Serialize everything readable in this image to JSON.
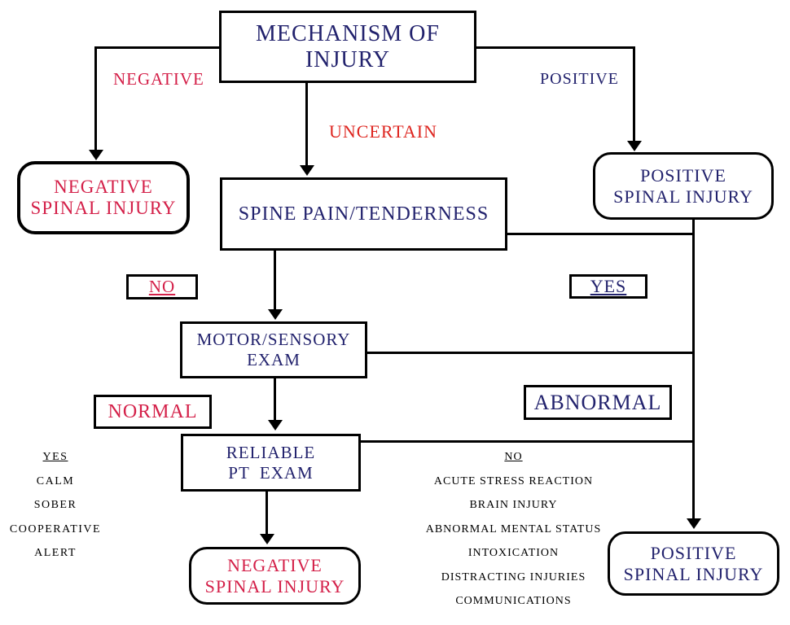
{
  "title": "Mechanism of Injury spinal assessment flowchart",
  "colors": {
    "navy": "#22226d",
    "crimson": "#d42049",
    "bright_red": "#de2620",
    "line_black": "#000000",
    "background": "#ffffff"
  },
  "nodes": {
    "mechanism": {
      "line1": "MECHANISM OF",
      "line2": "INJURY"
    },
    "negative_spinal_top": {
      "line1": "NEGATIVE",
      "line2": "SPINAL INJURY"
    },
    "positive_spinal_top": {
      "line1": "POSITIVE",
      "line2": "SPINAL INJURY"
    },
    "spine_pain": {
      "label": "SPINE PAIN/TENDERNESS"
    },
    "no_gate": {
      "label": "NO"
    },
    "yes_gate": {
      "label": "YES"
    },
    "motor_sensory": {
      "line1": "MOTOR/SENSORY",
      "line2": "EXAM"
    },
    "normal_gate": {
      "label": "NORMAL"
    },
    "abnormal_gate": {
      "label": "ABNORMAL"
    },
    "reliable_pt_exam": {
      "line1": "RELIABLE",
      "line2": "PT  EXAM"
    },
    "negative_spinal_bottom": {
      "line1": "NEGATIVE",
      "line2": "SPINAL INJURY"
    },
    "positive_spinal_bottom": {
      "line1": "POSITIVE",
      "line2": "SPINAL INJURY"
    }
  },
  "edge_labels": {
    "negative": "NEGATIVE",
    "positive": "POSITIVE",
    "uncertain": "UNCERTAIN"
  },
  "reliable_criteria_yes": {
    "heading": "YES",
    "items": [
      "CALM",
      "SOBER",
      "COOPERATIVE",
      "ALERT"
    ]
  },
  "reliable_criteria_no": {
    "heading": "NO",
    "items": [
      "ACUTE STRESS REACTION",
      "BRAIN INJURY",
      "ABNORMAL MENTAL STATUS",
      "INTOXICATION",
      "DISTRACTING INJURIES",
      "COMMUNICATIONS"
    ]
  }
}
